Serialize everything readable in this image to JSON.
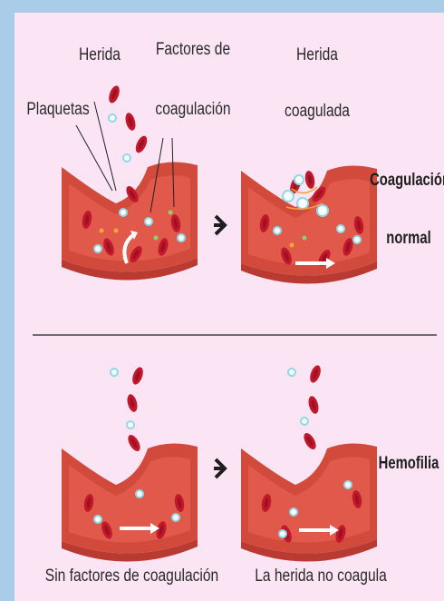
{
  "labels": {
    "herida": "Herida",
    "factores_line1": "Factores de",
    "factores_line2": "coagulación",
    "plaquetas": "Plaquetas",
    "herida_coagulada_line1": "Herida",
    "herida_coagulada_line2": "coagulada",
    "coagulacion_normal_line1": "Coagulación",
    "coagulacion_normal_line2": "normal",
    "hemofilia": "Hemofilia",
    "sin_factores": "Sin factores de coagulación",
    "no_coagula": "La herida no coagula"
  },
  "colors": {
    "background": "#a9cce9",
    "panel": "#fbe5f5",
    "vessel_outer": "#d24a3c",
    "vessel_inner": "#e0594a",
    "red_cell": "#c2182c",
    "platelet": "#8fd8ea",
    "factor_orange": "#f4a53b",
    "factor_green": "#8ad36a",
    "arrow": "#1e1e1e"
  },
  "icons": [
    "arrow-right-icon",
    "flow-arrow-icon"
  ]
}
